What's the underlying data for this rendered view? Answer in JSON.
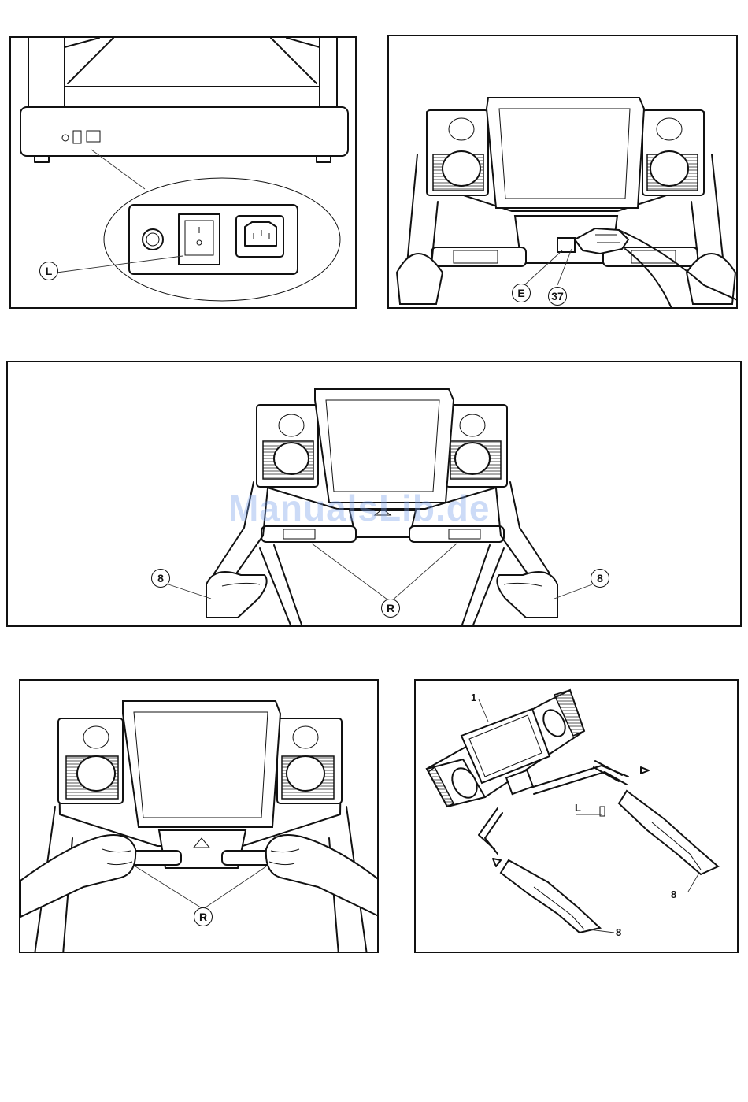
{
  "panels": [
    {
      "id": "power-switch",
      "callouts": [
        "L"
      ]
    },
    {
      "id": "console-connection",
      "callouts": [
        "E",
        "37"
      ]
    },
    {
      "id": "handlebars-front",
      "callouts": [
        "8",
        "R",
        "8"
      ]
    },
    {
      "id": "handgrip-sensors",
      "callouts": [
        "R"
      ]
    },
    {
      "id": "exploded-assembly",
      "labels": [
        "1",
        "L",
        "8",
        "8"
      ]
    }
  ],
  "watermark": "ManualsLib.de"
}
